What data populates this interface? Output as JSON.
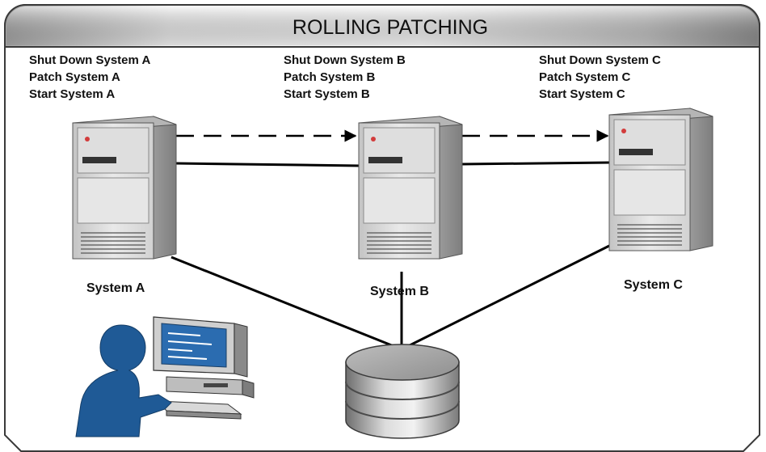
{
  "title": "ROLLING PATCHING",
  "systems": [
    {
      "label": "System A",
      "steps": [
        "Shut Down System A",
        "Patch System A",
        "Start System A"
      ]
    },
    {
      "label": "System B",
      "steps": [
        "Shut Down System B",
        "Patch System B",
        "Start System B"
      ]
    },
    {
      "label": "System C",
      "steps": [
        "Shut Down System C",
        "Patch System C",
        "Start System C"
      ]
    }
  ],
  "icons": {
    "server": "server-tower-icon",
    "database": "database-cylinder-icon",
    "user": "user-at-workstation-icon"
  },
  "colors": {
    "panel_border": "#3a3a3a",
    "header_light": "#f4f4f4",
    "header_dark": "#8c8c8c",
    "server_body": "#d9d9d9",
    "user_figure": "#1f5a96",
    "connector": "#000000"
  }
}
